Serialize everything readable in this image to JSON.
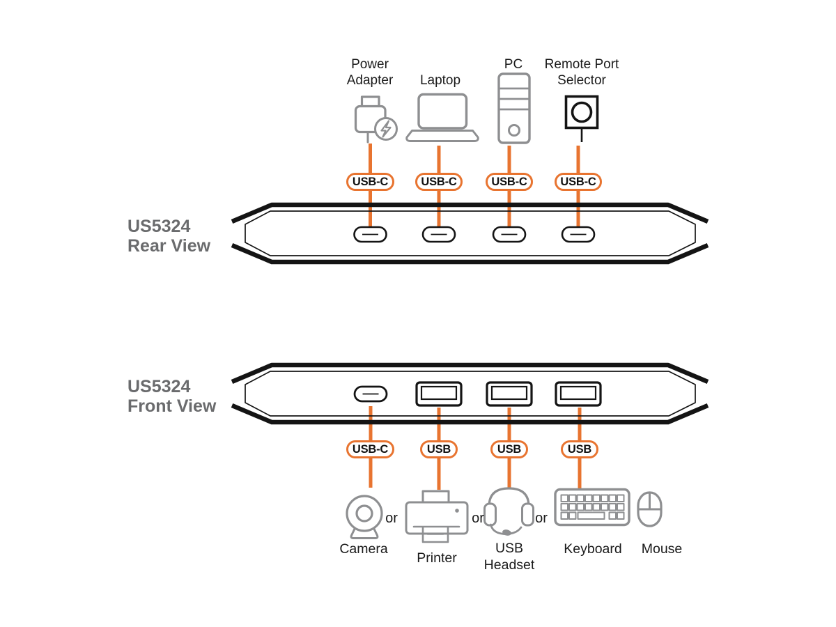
{
  "product_model": "US5324",
  "colors": {
    "accent_orange": "#E87430",
    "icon_gray": "#8E8F91",
    "title_gray": "#6A6B6D",
    "line_black": "#141414"
  },
  "rear_view": {
    "title": [
      "US5324",
      "Rear View"
    ],
    "devices": [
      {
        "icon": "power-adapter-icon",
        "label": [
          "Power",
          "Adapter"
        ],
        "port_label": "USB-C"
      },
      {
        "icon": "laptop-icon",
        "label": [
          "Laptop"
        ],
        "port_label": "USB-C"
      },
      {
        "icon": "pc-icon",
        "label": [
          "PC"
        ],
        "port_label": "USB-C"
      },
      {
        "icon": "remote-port-selector-icon",
        "label": [
          "Remote Port",
          "Selector"
        ],
        "port_label": "USB-C"
      }
    ]
  },
  "front_view": {
    "title": [
      "US5324",
      "Front View"
    ],
    "port_labels": [
      "USB-C",
      "USB",
      "USB",
      "USB"
    ],
    "connector_word": "or",
    "devices": [
      {
        "icon": "camera-icon",
        "label": [
          "Camera"
        ]
      },
      {
        "icon": "printer-icon",
        "label": [
          "Printer"
        ]
      },
      {
        "icon": "usb-headset-icon",
        "label": [
          "USB",
          "Headset"
        ]
      },
      {
        "icon": "keyboard-icon",
        "label": [
          "Keyboard"
        ]
      },
      {
        "icon": "mouse-icon",
        "label": [
          "Mouse"
        ]
      }
    ]
  }
}
